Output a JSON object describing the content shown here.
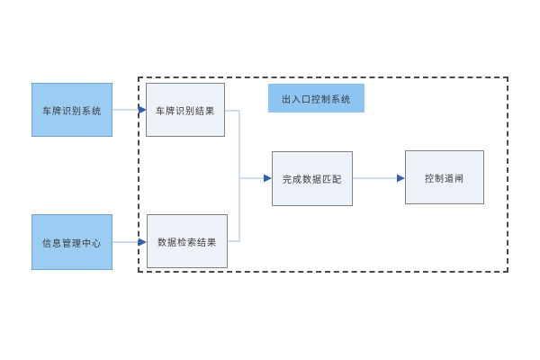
{
  "diagram": {
    "title": "出入口控制系统",
    "nodes": {
      "plate_system": {
        "label": "车牌识别系统",
        "type": "source"
      },
      "info_center": {
        "label": "信息管理中心",
        "type": "source"
      },
      "plate_result": {
        "label": "车牌识别结果",
        "type": "process"
      },
      "data_result": {
        "label": "数据检索结果",
        "type": "process"
      },
      "data_match": {
        "label": "完成数据匹配",
        "type": "process"
      },
      "gate_control": {
        "label": "控制道闸",
        "type": "process"
      }
    },
    "edges": [
      {
        "from": "plate_system",
        "to": "plate_result"
      },
      {
        "from": "info_center",
        "to": "data_result"
      },
      {
        "from": "plate_result",
        "to": "data_match"
      },
      {
        "from": "data_result",
        "to": "data_match"
      },
      {
        "from": "data_match",
        "to": "gate_control"
      }
    ],
    "colors": {
      "source_fill": "#9dccf3",
      "source_border": "#74a4c9",
      "process_fill": "#edf1f8",
      "process_border": "#828282",
      "title_fill": "#8cc5f1",
      "line": "#a3b8dc",
      "arrow": "#2e62ae",
      "boundary": "#4a4a4a",
      "text": "#383838"
    }
  }
}
